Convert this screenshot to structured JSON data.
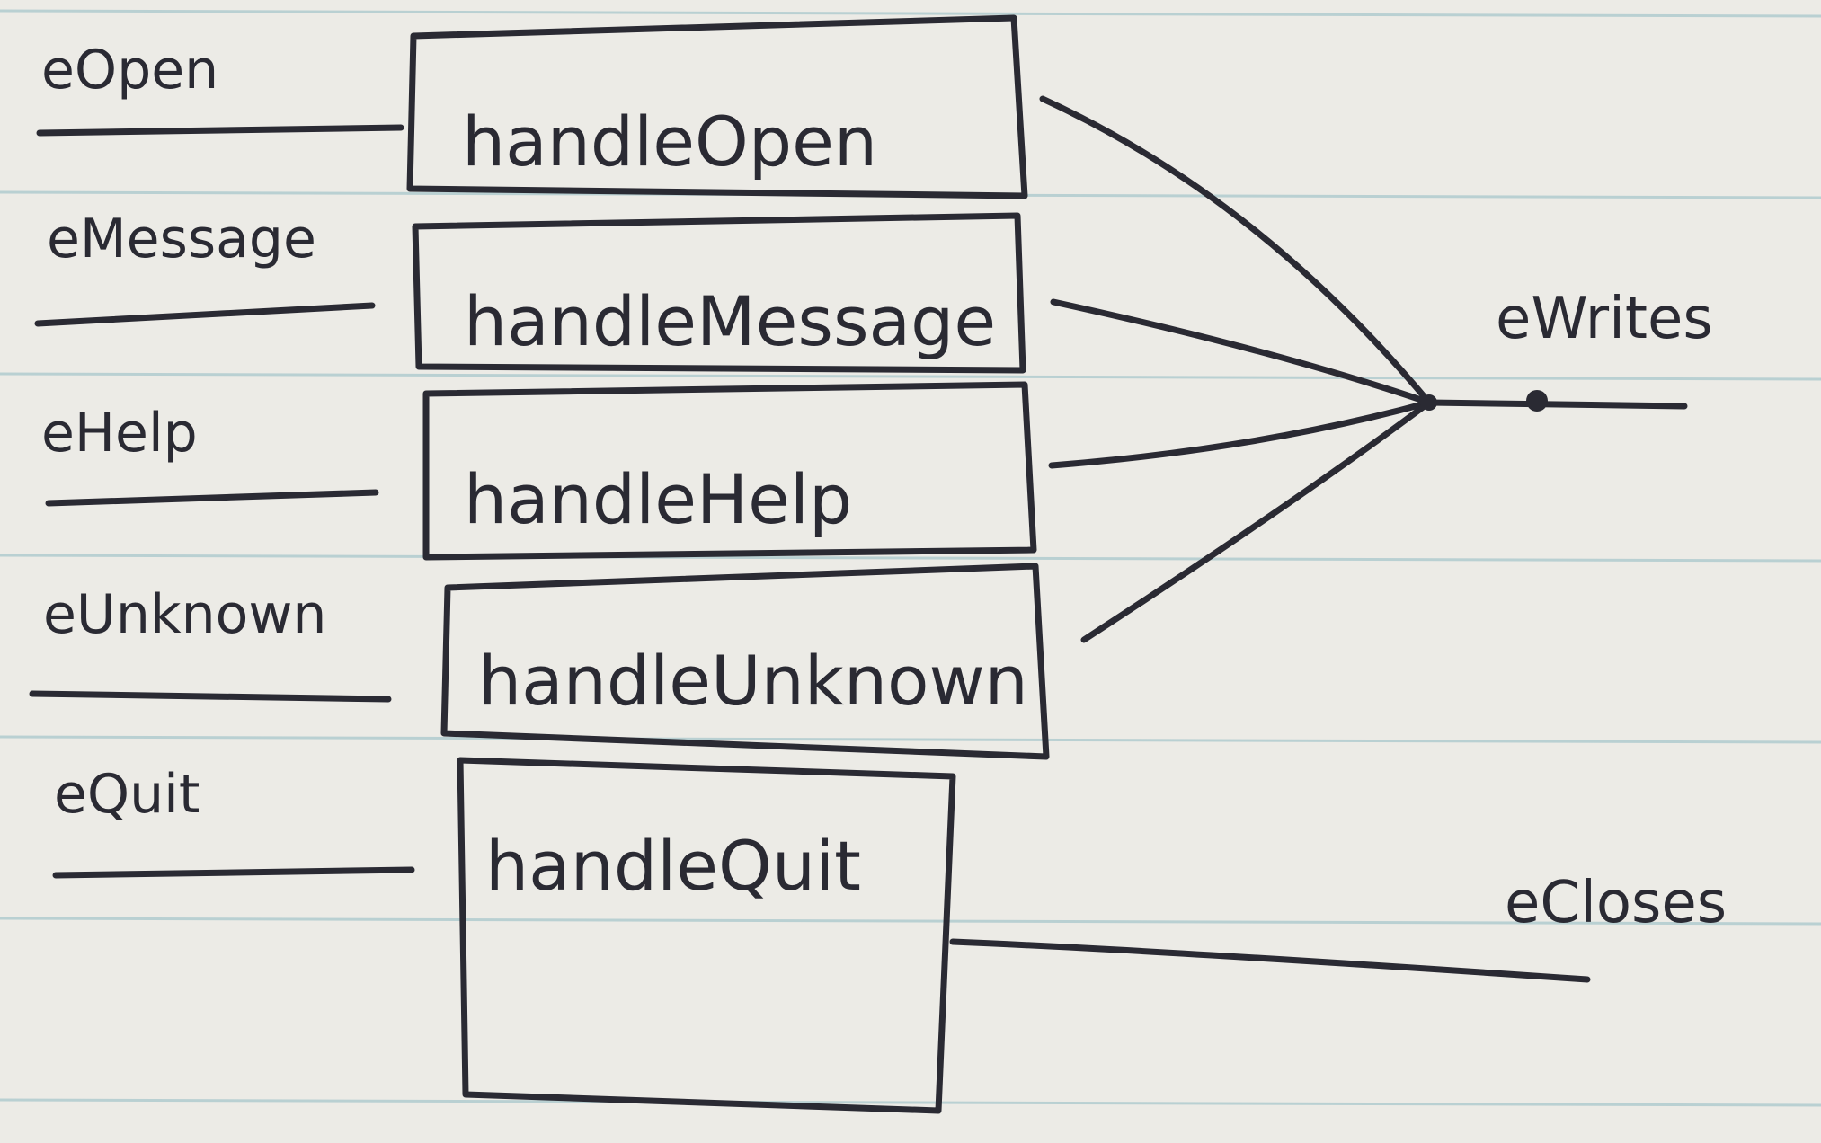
{
  "colors": {
    "paper": "#ecebe6",
    "rule_line": "#a9c7cc",
    "ink": "#2a2a33"
  },
  "inputs": [
    {
      "label": "eOpen"
    },
    {
      "label": "eMessage"
    },
    {
      "label": "eHelp"
    },
    {
      "label": "eUnknown"
    },
    {
      "label": "eQuit"
    }
  ],
  "handlers": [
    {
      "label": "handleOpen"
    },
    {
      "label": "handleMessage"
    },
    {
      "label": "handleHelp"
    },
    {
      "label": "handleUnknown"
    },
    {
      "label": "handleQuit"
    }
  ],
  "outputs": [
    {
      "label": "eWrites"
    },
    {
      "label": "eCloses"
    }
  ]
}
